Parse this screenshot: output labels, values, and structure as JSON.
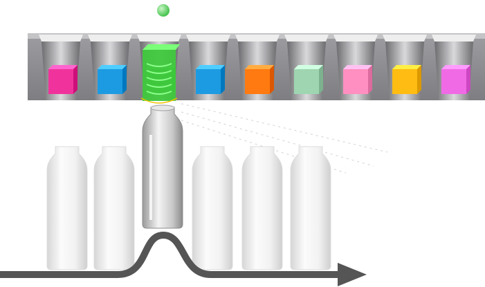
{
  "scene": {
    "indicator": {
      "icon": "green-dot-icon",
      "color": "#4ccf5a"
    },
    "dispenser": {
      "body_color": "#8f8f93",
      "cells": [
        {
          "name": "magenta",
          "color": "#f0339c",
          "active": false
        },
        {
          "name": "blue",
          "color": "#1d9be2",
          "active": false
        },
        {
          "name": "green",
          "color": "#3fc83d",
          "active": true
        },
        {
          "name": "blue",
          "color": "#1d9be2",
          "active": false
        },
        {
          "name": "orange",
          "color": "#ff7a10",
          "active": false
        },
        {
          "name": "mint",
          "color": "#9fd5b1",
          "active": false
        },
        {
          "name": "pink",
          "color": "#ff8fc0",
          "active": false
        },
        {
          "name": "yellow",
          "color": "#ffbc12",
          "active": false
        },
        {
          "name": "violet",
          "color": "#f06ae6",
          "active": false
        }
      ]
    },
    "bottles": {
      "count": 6,
      "raised_index": 2,
      "color": "#eeeeee"
    },
    "conveyor": {
      "arrow_color": "#555555",
      "icon": "flow-arrow-icon"
    }
  }
}
